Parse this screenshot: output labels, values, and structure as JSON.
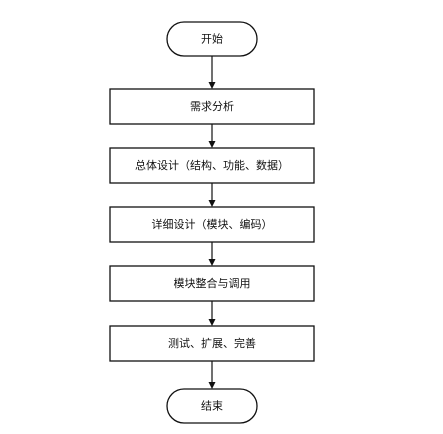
{
  "flowchart": {
    "start_label": "开始",
    "steps": [
      {
        "label": "需求分析"
      },
      {
        "label": "总体设计（结构、功能、数据）"
      },
      {
        "label": "详细设计（模块、编码）"
      },
      {
        "label": "模块整合与调用"
      },
      {
        "label": "测试、扩展、完善"
      }
    ],
    "end_label": "结束"
  }
}
